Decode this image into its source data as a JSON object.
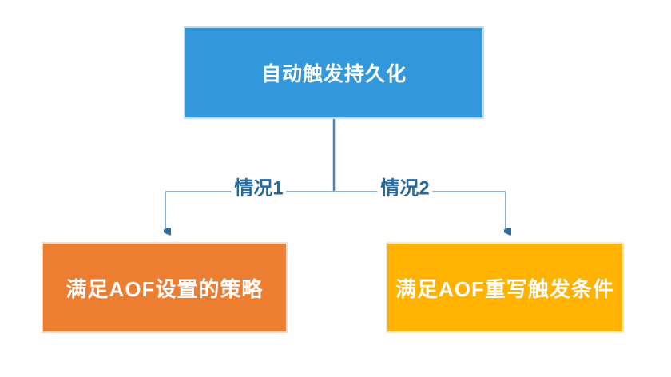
{
  "diagram": {
    "type": "flowchart",
    "description": "Redis AOF auto-trigger persistence branching diagram"
  },
  "nodes": [
    {
      "id": "auto-trigger-persistence",
      "label": "自动触发持久化",
      "fill": "#3398DB",
      "border": "#BFDCF0",
      "text_color": "#FFFFFF"
    },
    {
      "id": "aof-policy",
      "label": "满足AOF设置的策略",
      "fill": "#ED7D31",
      "border": "#F9D9C2",
      "text_color": "#FFFFFF"
    },
    {
      "id": "aof-rewrite-condition",
      "label": "满足AOF重写触发条件",
      "fill": "#FFB300",
      "border": "#FFE9C4",
      "text_color": "#FFFFFF"
    }
  ],
  "edges": [
    {
      "id": "case-1",
      "from": "auto-trigger-persistence",
      "to": "aof-policy",
      "label": "情况1"
    },
    {
      "id": "case-2",
      "from": "auto-trigger-persistence",
      "to": "aof-rewrite-condition",
      "label": "情况2"
    }
  ],
  "colors": {
    "background": "#FFFFFF",
    "connector_line": "#8FB0CB",
    "connector_stem": "#4E84AD",
    "arrowhead": "#2E6DA4",
    "edge_label_text": "#26699C"
  }
}
